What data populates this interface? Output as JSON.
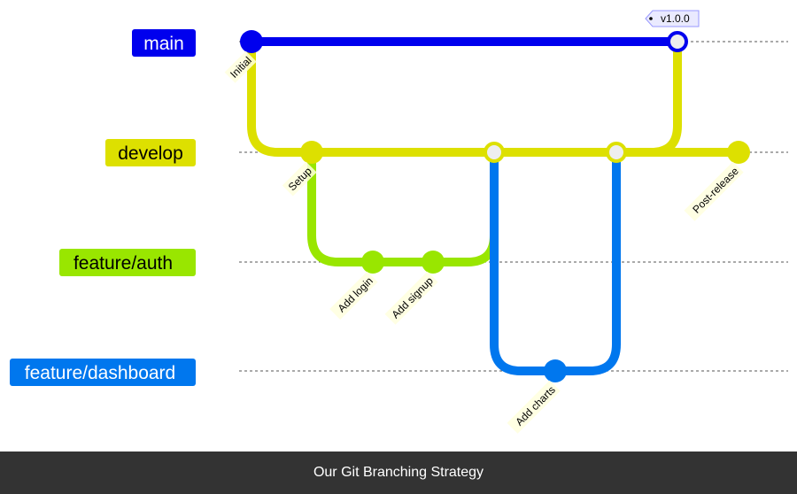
{
  "diagram": {
    "branches": [
      {
        "id": "main",
        "label": "main",
        "color": "#0000ee",
        "text_color": "#ffffff"
      },
      {
        "id": "develop",
        "label": "develop",
        "color": "#dde000",
        "text_color": "#000000"
      },
      {
        "id": "feature_auth",
        "label": "feature/auth",
        "color": "#99e600",
        "text_color": "#000000"
      },
      {
        "id": "feature_dashboard",
        "label": "feature/dashboard",
        "color": "#0077ee",
        "text_color": "#ffffff"
      }
    ],
    "commits": [
      {
        "id": "initial",
        "branch": "main",
        "label": "Initial",
        "type": "normal"
      },
      {
        "id": "setup",
        "branch": "develop",
        "label": "Setup",
        "type": "normal"
      },
      {
        "id": "add_login",
        "branch": "feature_auth",
        "label": "Add login",
        "type": "normal"
      },
      {
        "id": "add_signup",
        "branch": "feature_auth",
        "label": "Add signup",
        "type": "normal"
      },
      {
        "id": "merge_auth",
        "branch": "develop",
        "label": "",
        "type": "merge"
      },
      {
        "id": "add_charts",
        "branch": "feature_dashboard",
        "label": "Add charts",
        "type": "normal"
      },
      {
        "id": "merge_dashboard",
        "branch": "develop",
        "label": "",
        "type": "merge"
      },
      {
        "id": "merge_main",
        "branch": "main",
        "label": "",
        "type": "merge",
        "tag": "v1.0.0"
      },
      {
        "id": "post_release",
        "branch": "develop",
        "label": "Post-release",
        "type": "normal"
      }
    ],
    "tag": {
      "label": "v1.0.0"
    }
  },
  "footer": {
    "title": "Our Git Branching Strategy"
  }
}
